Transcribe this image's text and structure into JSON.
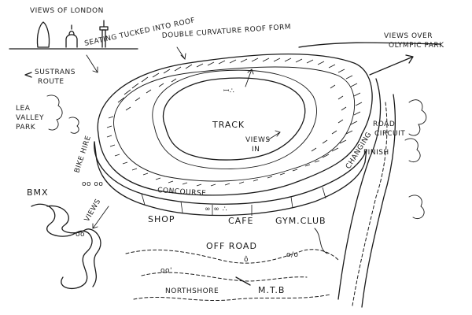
{
  "labels": {
    "views_of_london": "VIEWS OF LONDON",
    "seating_tucked": "SEATING TUCKED INTO ROOF",
    "double_curvature": "DOUBLE CURVATURE ROOF FORM",
    "views_over": "VIEWS OVER",
    "olympic_park": "OLYMPIC PARK",
    "sustrans": "SUSTRANS",
    "route": "ROUTE",
    "lea": "LEA",
    "valley": "VALLEY",
    "park": "PARK",
    "bike_hire": "BIKE HIRE",
    "track": "TRACK",
    "views": "VIEWS",
    "in": "IN",
    "road": "ROAD",
    "circuit": "CIRCUIT",
    "changing": "CHANGING",
    "finish": "FINISH",
    "concourse": "CONCOURSE",
    "bmx": "BMX",
    "views_bmx": "VIEWS",
    "shop": "SHOP",
    "cafe": "CAFE",
    "gym_club": "GYM.CLUB",
    "off_road": "OFF ROAD",
    "northshore": "NORTHSHORE",
    "mtb": "M.T.B"
  },
  "icons": {
    "skyline": "london-skyline-icon",
    "bikes": "bicycle-icon"
  }
}
